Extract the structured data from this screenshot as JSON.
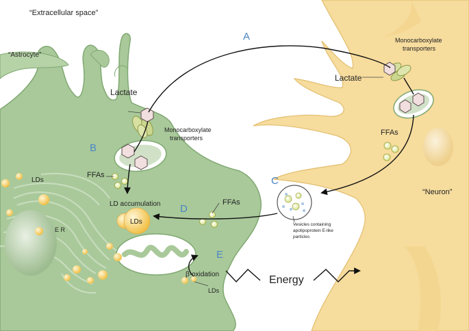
{
  "labels": {
    "extracellular": "“Extracellular space”",
    "astrocyte": "“Astrocyte”",
    "neuron": "“Neuron”",
    "lactate": "Lactate",
    "mct_line1": "Monocarboxylate",
    "mct_line2": "transporters",
    "ffas": "FFAs",
    "lds": "LDs",
    "er": "E R",
    "ld_accumulation": "LD accumulation",
    "beta_oxidation": "β-oxidation",
    "energy": "Energy",
    "vesicle_line1": "Vesicles containing",
    "vesicle_line2": "apolipoprotein E-like",
    "vesicle_line3": "particles"
  },
  "steps": [
    "A",
    "B",
    "C",
    "D",
    "E"
  ],
  "colors": {
    "astrocyte": "#a9c99a",
    "astrocyte_edge": "#7fa871",
    "neuron": "#f6dc9d",
    "neuron_edge": "#e2bd6e",
    "step_letters": "#4a86c5",
    "lipid": "#f1c24e",
    "lactate_hex": "#f1dede"
  }
}
